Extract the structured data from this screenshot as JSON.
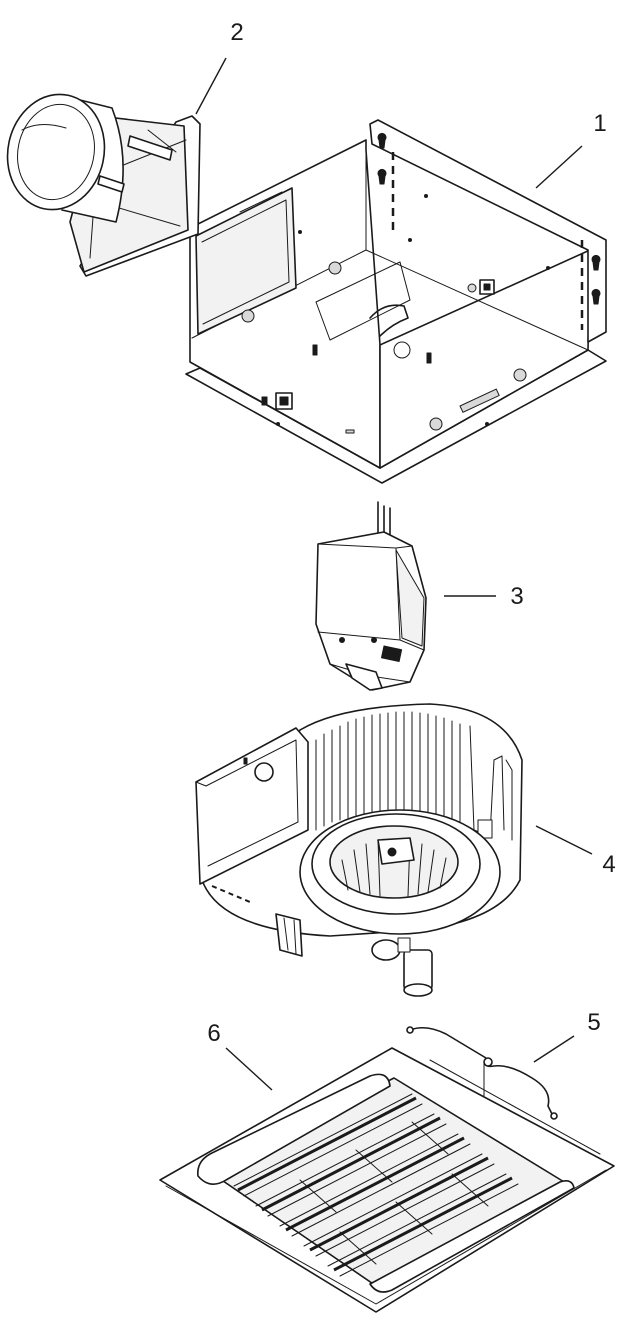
{
  "callouts": [
    "1",
    "2",
    "3",
    "4",
    "5",
    "6"
  ],
  "colors": {
    "line": "#1a1a1a",
    "paper": "#ffffff",
    "shade": "#d9d9d9"
  }
}
